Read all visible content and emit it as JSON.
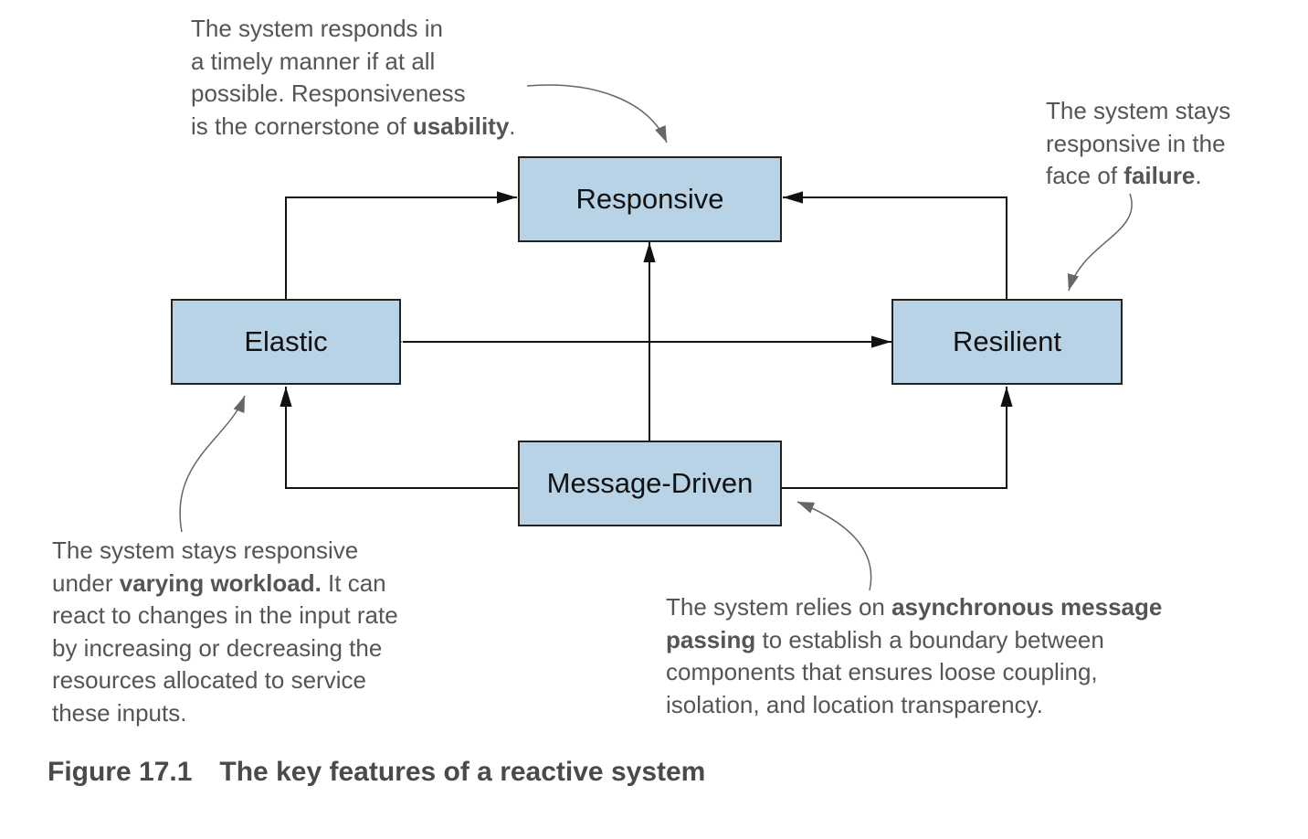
{
  "nodes": {
    "responsive": "Responsive",
    "elastic": "Elastic",
    "resilient": "Resilient",
    "message_driven": "Message-Driven"
  },
  "notes": {
    "responsive": {
      "l1": "The system responds in",
      "l2": "a timely manner if at all",
      "l3": "possible. Responsiveness",
      "l4_pre": "is the cornerstone of ",
      "l4_bold": "usability",
      "l4_post": "."
    },
    "resilient": {
      "l1": "The system stays",
      "l2": "responsive in the",
      "l3_pre": "face of ",
      "l3_bold": "failure",
      "l3_post": "."
    },
    "elastic": {
      "l1": "The system stays responsive",
      "l2_pre": "under ",
      "l2_bold": "varying workload.",
      "l2_post": " It can",
      "l3": "react to changes in the input rate",
      "l4": "by increasing or decreasing the",
      "l5": "resources allocated to service",
      "l6": "these inputs."
    },
    "message_driven": {
      "l1_pre": "The system relies on ",
      "l1_bold": "asynchronous message",
      "l2_bold": "passing",
      "l2_post": " to establish a boundary between",
      "l3": "components that ensures loose coupling,",
      "l4": "isolation, and location transparency."
    }
  },
  "caption": {
    "number": "Figure 17.1",
    "title": "The key features of a reactive system"
  },
  "colors": {
    "node_fill": "#b8d3e6",
    "node_border": "#222222",
    "connector": "#111111",
    "annotation_text": "#555555",
    "annotation_arrow": "#666666"
  }
}
